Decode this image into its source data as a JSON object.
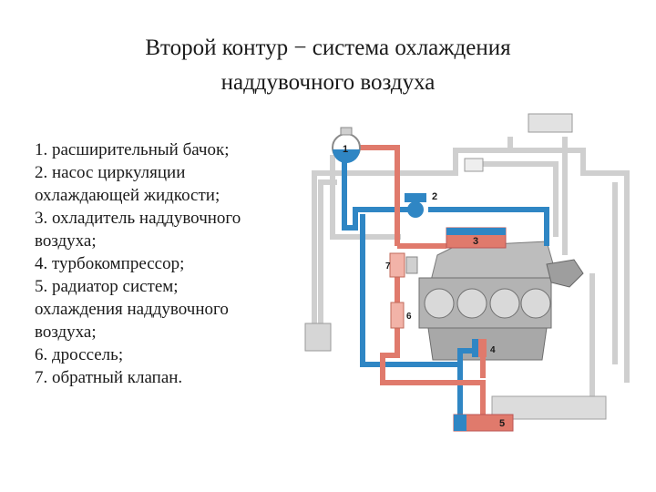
{
  "title": {
    "line1": "Второй контур − система охлаждения",
    "line2": "наддувочного воздуха"
  },
  "legend": [
    "1.  расширительный бачок;",
    "2.  насос циркуляции",
    "охлаждающей жидкости;",
    "3.  охладитель наддувочного",
    "воздуха;",
    "4.  турбокомпрессор;",
    "5.  радиатор систем;",
    "охлаждения наддувочного",
    "воздуха;",
    "6.  дроссель;",
    "7.  обратный клапан."
  ],
  "diagram": {
    "labels": {
      "tank": "1",
      "pump": "2",
      "intercooler": "3",
      "turbo": "4",
      "radiator": "5",
      "throttle": "6",
      "check_valve": "7"
    },
    "colors": {
      "hot": "#e07a6c",
      "cold": "#2f86c4",
      "pipe_gray": "#c9c9c9",
      "engine_gray": "#a9a9a9"
    }
  }
}
